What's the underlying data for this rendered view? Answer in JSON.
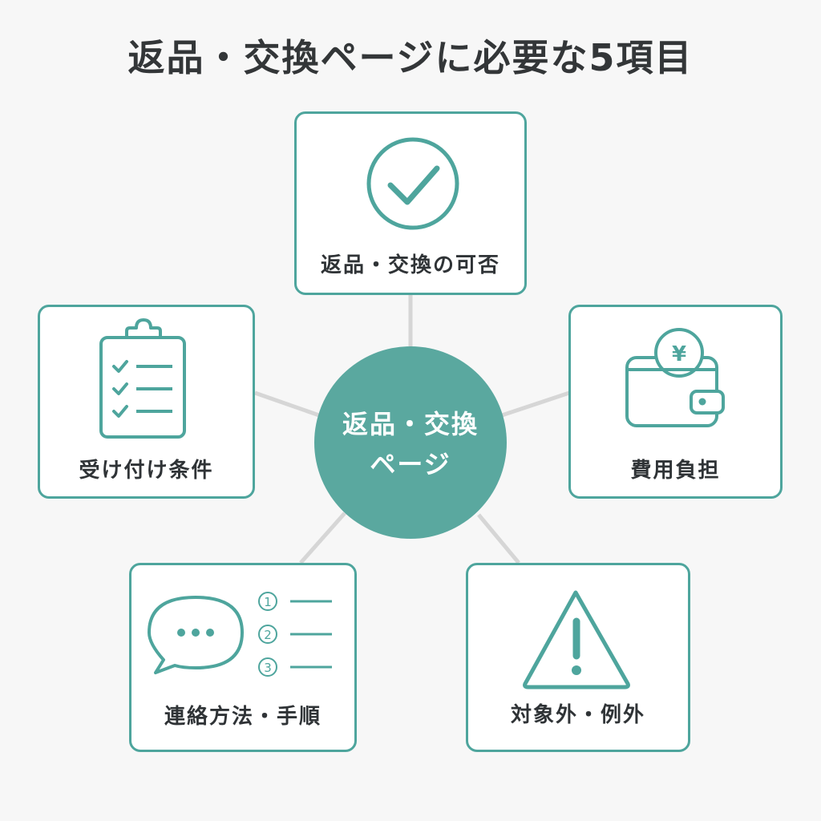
{
  "title": "返品・交換ページに必要な5項目",
  "center": {
    "line1": "返品・交換",
    "line2": "ページ"
  },
  "items": [
    {
      "label": "返品・交換の可否",
      "icon": "check-circle-icon"
    },
    {
      "label": "費用負担",
      "icon": "wallet-yen-icon"
    },
    {
      "label": "対象外・例外",
      "icon": "warning-triangle-icon"
    },
    {
      "label": "連絡方法・手順",
      "icon": "chat-steps-icon",
      "steps": [
        "1",
        "2",
        "3"
      ]
    },
    {
      "label": "受け付け条件",
      "icon": "clipboard-checklist-icon"
    }
  ],
  "colors": {
    "accent": "#4ea59d",
    "hub": "#5aa89f",
    "connector": "#d6d6d6",
    "text": "#2f3336",
    "background": "#f7f7f7"
  }
}
